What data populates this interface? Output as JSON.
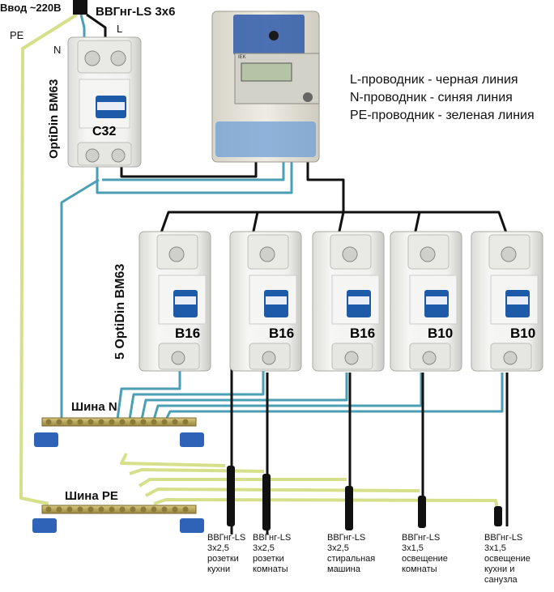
{
  "header": {
    "input_label": "Ввод ~220В",
    "cable_label": "ВВГнг-LS 3х6",
    "pe_label": "PE",
    "l_label": "L",
    "n_label": "N"
  },
  "main_breaker": {
    "series": "OptiDin BM63",
    "rating": "C32"
  },
  "meter": {
    "brand": "IEK"
  },
  "legend": {
    "l_line": "L-проводник  - черная линия",
    "n_line": "N-проводник - синяя линия",
    "pe_line": "PE-проводник - зеленая линия"
  },
  "group_breakers": {
    "series": "5 OptiDin BM63",
    "ratings": [
      "B16",
      "B16",
      "B16",
      "B10",
      "B10"
    ]
  },
  "busbars": {
    "n_label": "Шина N",
    "pe_label": "Шина PE"
  },
  "cables": [
    [
      "ВВГнг-LS",
      "3х2,5",
      "розетки",
      "кухни"
    ],
    [
      "ВВГнг-LS",
      "3х2,5",
      "розетки",
      "комнаты"
    ],
    [
      "ВВГнг-LS",
      "3х2,5",
      "стиральная",
      "машина"
    ],
    [
      "ВВГнг-LS",
      "3х1,5",
      "освещение",
      "комнаты"
    ],
    [
      "ВВГнг-LS",
      "3х1,5",
      "освещение",
      "кухни и",
      "санузла"
    ]
  ],
  "colors": {
    "l_wire": "#111111",
    "n_wire": "#4a9fb5",
    "pe_wire": "#d6e08a",
    "breaker_body": "#f1f1ef",
    "breaker_handle": "#1d5aa8",
    "busbar_base": "#2f63b8",
    "brass": "#b8a35a"
  }
}
